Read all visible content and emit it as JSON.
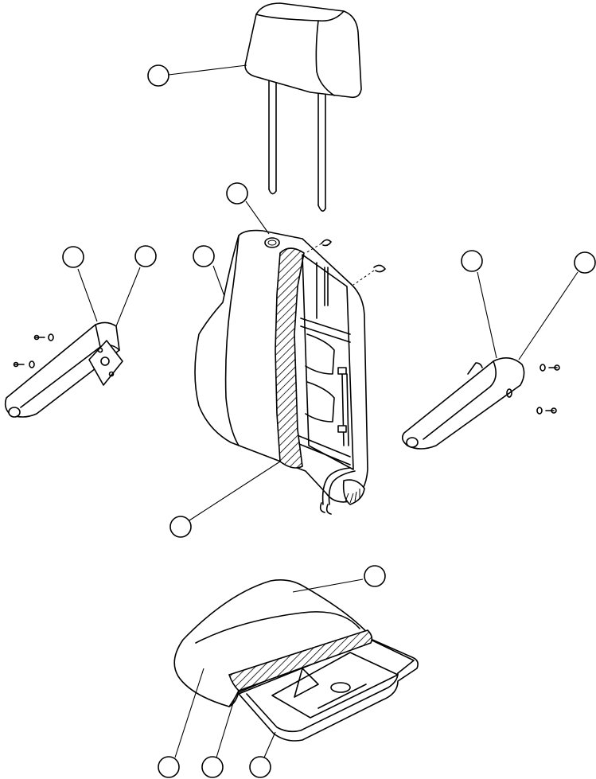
{
  "diagram": {
    "parts": [
      {
        "id": "headrest",
        "icon": "headrest-icon"
      },
      {
        "id": "seat-back",
        "icon": "seat-back-icon"
      },
      {
        "id": "armrest-left",
        "icon": "armrest-icon"
      },
      {
        "id": "armrest-right",
        "icon": "armrest-icon"
      },
      {
        "id": "seat-cushion",
        "icon": "seat-cushion-icon"
      }
    ],
    "callouts": [
      {
        "id": "c1",
        "label": ""
      },
      {
        "id": "c2",
        "label": ""
      },
      {
        "id": "c3",
        "label": ""
      },
      {
        "id": "c4",
        "label": ""
      },
      {
        "id": "c5",
        "label": ""
      },
      {
        "id": "c6",
        "label": ""
      },
      {
        "id": "c7",
        "label": ""
      },
      {
        "id": "c8",
        "label": ""
      },
      {
        "id": "c9",
        "label": ""
      },
      {
        "id": "c10",
        "label": ""
      },
      {
        "id": "c11",
        "label": ""
      },
      {
        "id": "c12",
        "label": ""
      },
      {
        "id": "c13",
        "label": ""
      }
    ]
  }
}
